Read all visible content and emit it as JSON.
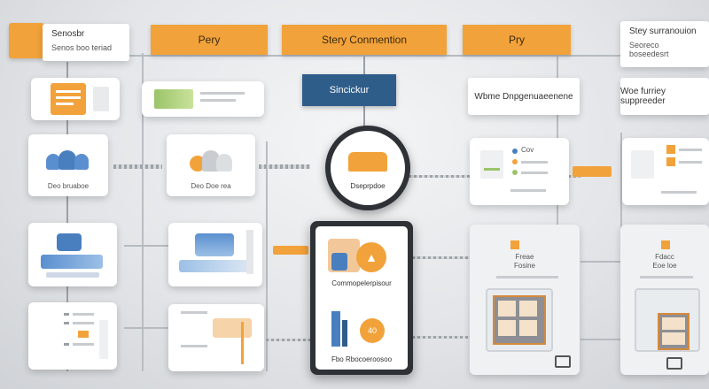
{
  "top_tags": {
    "left": "Senosbr",
    "left_sub": "Senos boo teriad",
    "mid_left": "Pery",
    "center": "Stery Conmention",
    "mid_right": "Pry",
    "right": "Stey surranouion",
    "right_sub": "Seoreco boseedesrt"
  },
  "row2": {
    "center_banner": "Sincickur",
    "right_label": "Wbme Dnpgenuaeenene",
    "far_right_label": "Woe furriey suppreeder"
  },
  "row3": {
    "card1_caption": "Deo bruaboe",
    "card2_caption": "Deo Doe rea",
    "circle_caption": "Dseprpdoe",
    "card_right_label": "Cov"
  },
  "row4": {
    "center_card_caption": "Commopelerpisour",
    "right_card_caption_1": "Freae",
    "right_card_caption_2": "Fosine",
    "far_right_caption_1": "Fdacc",
    "far_right_caption_2": "Eoe loe"
  },
  "row5": {
    "center_bottom_caption": "Fbo Rbocoeroosoo",
    "gauge_value": "40"
  },
  "colors": {
    "accent": "#f2a23a",
    "blue_banner": "#2f5d8a",
    "card": "#ffffff",
    "dark_frame": "#2e3236"
  }
}
